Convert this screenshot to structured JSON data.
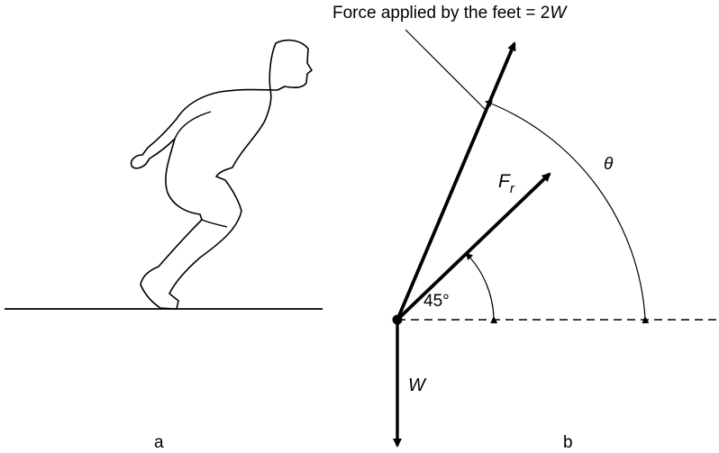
{
  "force_label": {
    "prefix": "Force applied by the feet = 2",
    "symbol": "W"
  },
  "resultant_label": {
    "main": "F",
    "subscript": "r"
  },
  "angle_theta": "θ",
  "angle_45": "45°",
  "weight_label": "W",
  "panel_a": "a",
  "panel_b": "b",
  "colors": {
    "ink": "#000000",
    "background": "#ffffff"
  }
}
